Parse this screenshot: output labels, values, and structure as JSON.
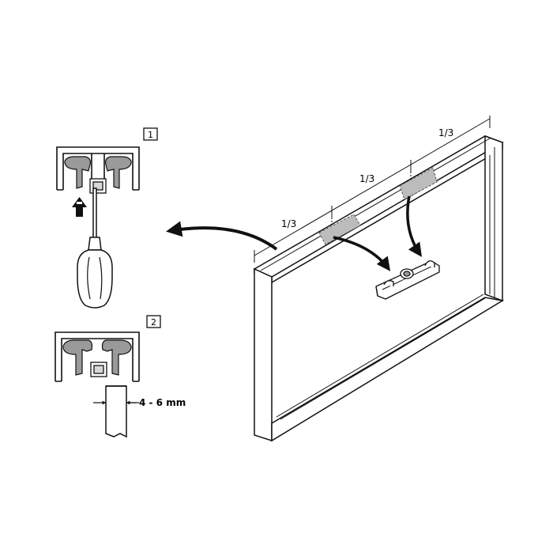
{
  "steps": [
    {
      "number": "1"
    },
    {
      "number": "2"
    }
  ],
  "dimension": {
    "label": "4 - 6 mm"
  },
  "spacing_labels": [
    "1/3",
    "1/3",
    "1/3"
  ],
  "colors": {
    "line": "#1a1a1a",
    "clip_fill": "#9a9a9a",
    "clip_highlight": "#bdbdbd",
    "arrow": "#111111",
    "marker_fill": "#bcbcbc"
  },
  "icons": [
    "screwdriver-icon",
    "up-arrow-icon",
    "curved-arrow-icon",
    "mounting-clip-icon"
  ]
}
